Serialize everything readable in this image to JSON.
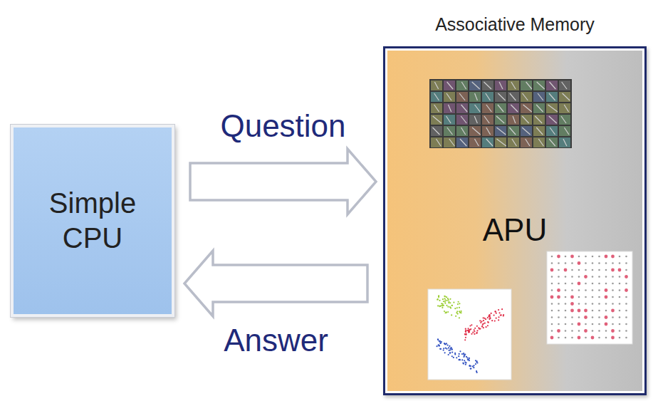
{
  "diagram": {
    "nodes": [
      {
        "text": [
          "Simple CPU"
        ]
      },
      {
        "text": [
          "Associative Memory",
          "APU"
        ]
      }
    ],
    "edges": [
      {
        "from": 0,
        "to": 1,
        "label": "Question",
        "arrow": "to"
      },
      {
        "from": 1,
        "to": 0,
        "label": "Answer",
        "arrow": "to"
      }
    ]
  }
}
